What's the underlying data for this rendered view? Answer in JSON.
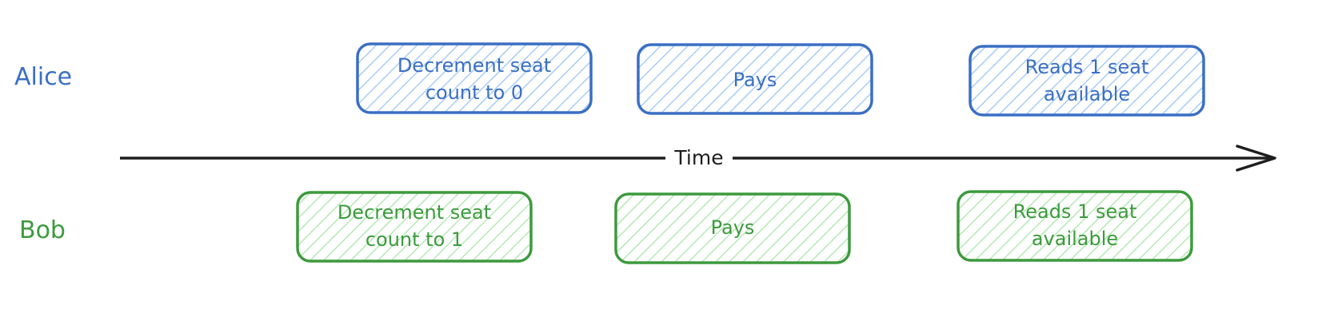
{
  "lanes": {
    "alice": {
      "label": "Alice",
      "color": "#3a6fc4",
      "fill": "#a9cdf5",
      "boxes": [
        {
          "lines": [
            "Decrement seat",
            "count to 0"
          ]
        },
        {
          "lines": [
            "Pays"
          ]
        },
        {
          "lines": [
            "Reads 1 seat",
            "available"
          ]
        }
      ]
    },
    "bob": {
      "label": "Bob",
      "color": "#3d9a3d",
      "fill": "#b6e8b6",
      "boxes": [
        {
          "lines": [
            "Decrement seat",
            "count to 1"
          ]
        },
        {
          "lines": [
            "Pays"
          ]
        },
        {
          "lines": [
            "Reads 1 seat",
            "available"
          ]
        }
      ]
    }
  },
  "axis": {
    "label": "Time",
    "color": "#1e1e1e"
  }
}
